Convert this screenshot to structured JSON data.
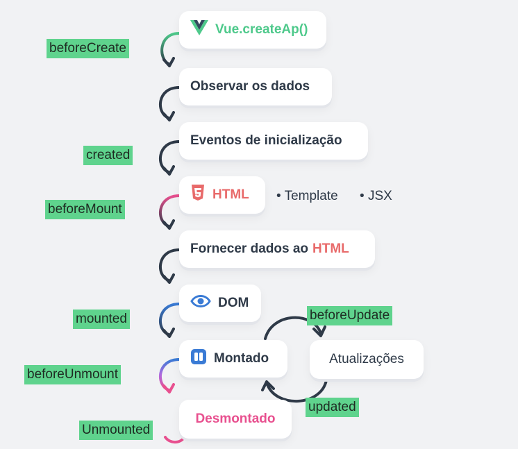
{
  "nodes": {
    "vue_create_app": "Vue.createAp()",
    "observe_data": "Observar os dados",
    "init_events": "Eventos de inicialização",
    "html": "HTML",
    "provide_data_prefix": "Fornecer dados ao",
    "provide_data_html": "HTML",
    "dom": "DOM",
    "mounted_node": "Montado",
    "updates": "Atualizações",
    "unmounted_node": "Desmontado"
  },
  "template_options": [
    "Template",
    "JSX"
  ],
  "hooks": {
    "before_create": "beforeCreate",
    "created": "created",
    "before_mount": "beforeMount",
    "mounted": "mounted",
    "before_update": "beforeUpdate",
    "updated": "updated",
    "before_unmount": "beforeUnmount",
    "unmounted": "Unmounted"
  },
  "colors": {
    "hook_bg": "#5fd38d",
    "vue_green": "#4ec98b",
    "html_red": "#e86a6a",
    "dom_blue": "#3a7bd5",
    "pink": "#e8508f",
    "arrow_dark": "#2f3a48"
  },
  "icons": [
    "vue-logo-icon",
    "html5-icon",
    "eye-icon",
    "trello-board-icon"
  ]
}
